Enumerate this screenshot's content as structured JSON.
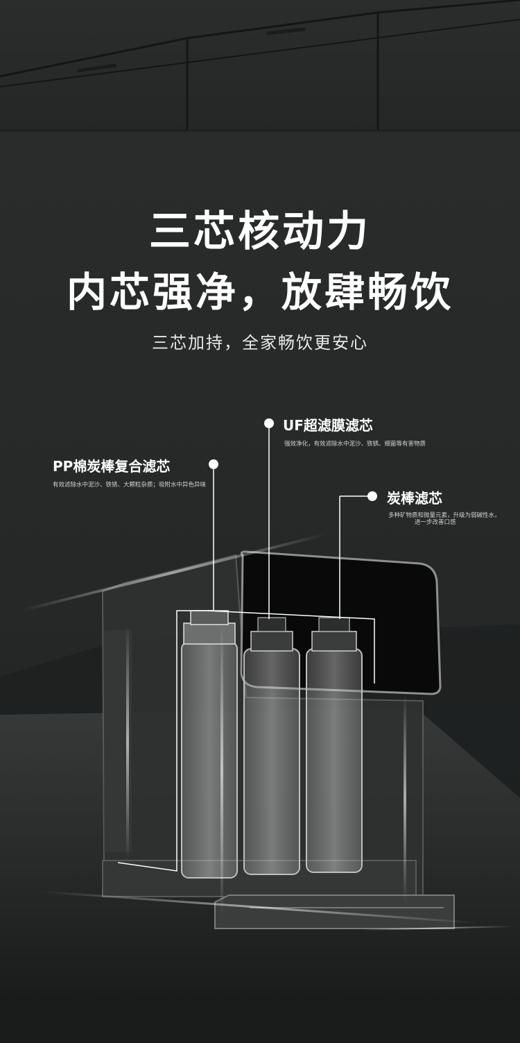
{
  "headline": {
    "line1": "三芯核动力",
    "line2": "内芯强净，放肆畅饮",
    "subtitle": "三芯加持，全家畅饮更安心"
  },
  "filters": [
    {
      "name": "PP棉炭棒复合滤芯",
      "desc": "有效滤除水中泥沙、铁锈、大颗粒杂质；吸附水中异色异味"
    },
    {
      "name": "UF超滤膜滤芯",
      "desc": "强效净化，有效滤除水中泥沙、铁锈、细菌等有害物质"
    },
    {
      "name": "炭棒滤芯",
      "desc_line1": "多种矿物质和微量元素，升级为弱碱性水，",
      "desc_line2": "进一步改善口感"
    }
  ],
  "colors": {
    "background": "#262828",
    "text": "#ffffff",
    "accent": "#ffffff"
  }
}
